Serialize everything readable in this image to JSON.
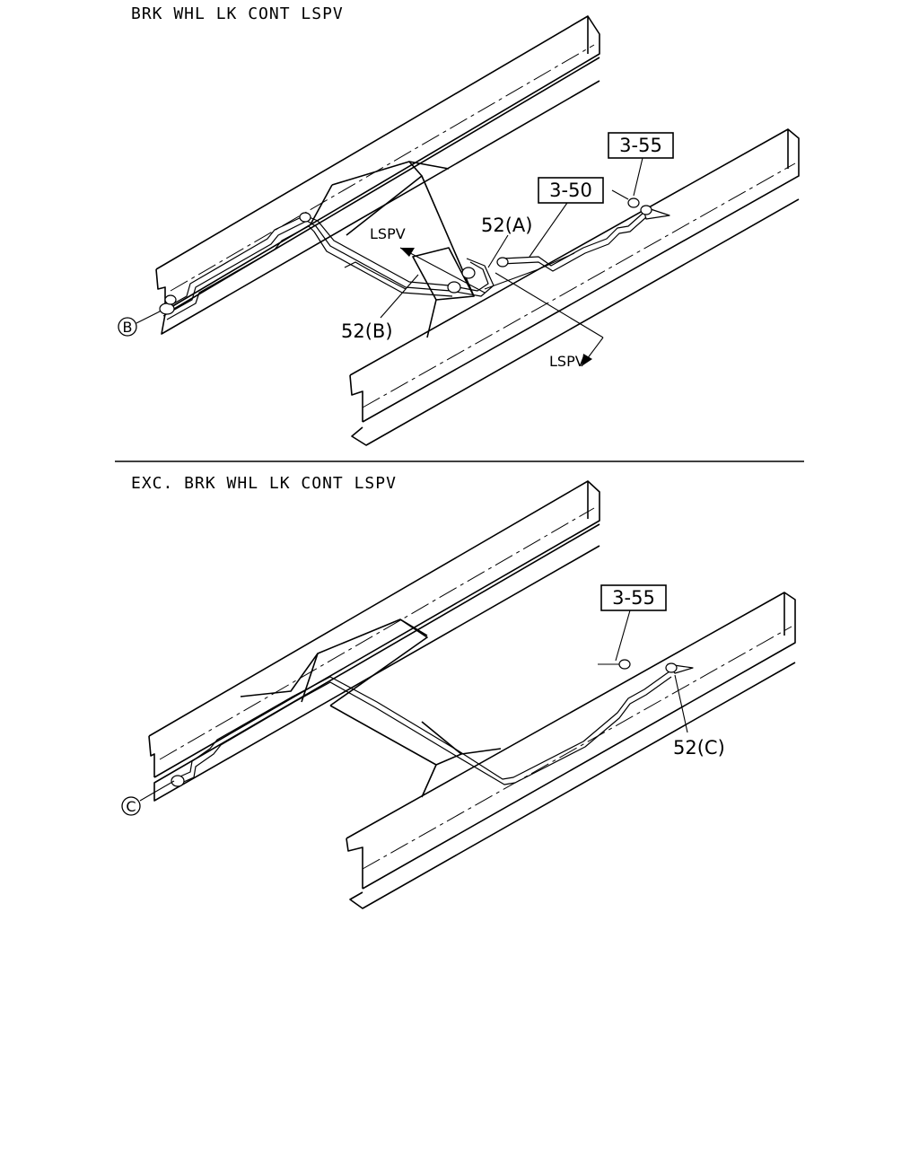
{
  "top_section": {
    "caption": "BRK WHL LK CONT LSPV",
    "refs": {
      "ref_355": "3-55",
      "ref_350": "3-50"
    },
    "labels": {
      "part_52a": "52(A)",
      "part_52b": "52(B)",
      "lspv_upper": "LSPV",
      "lspv_lower": "LSPV",
      "marker_b": "B"
    }
  },
  "bottom_section": {
    "caption": "EXC. BRK WHL LK CONT LSPV",
    "refs": {
      "ref_355": "3-55"
    },
    "labels": {
      "part_52c": "52(C)",
      "marker_c": "C"
    }
  }
}
